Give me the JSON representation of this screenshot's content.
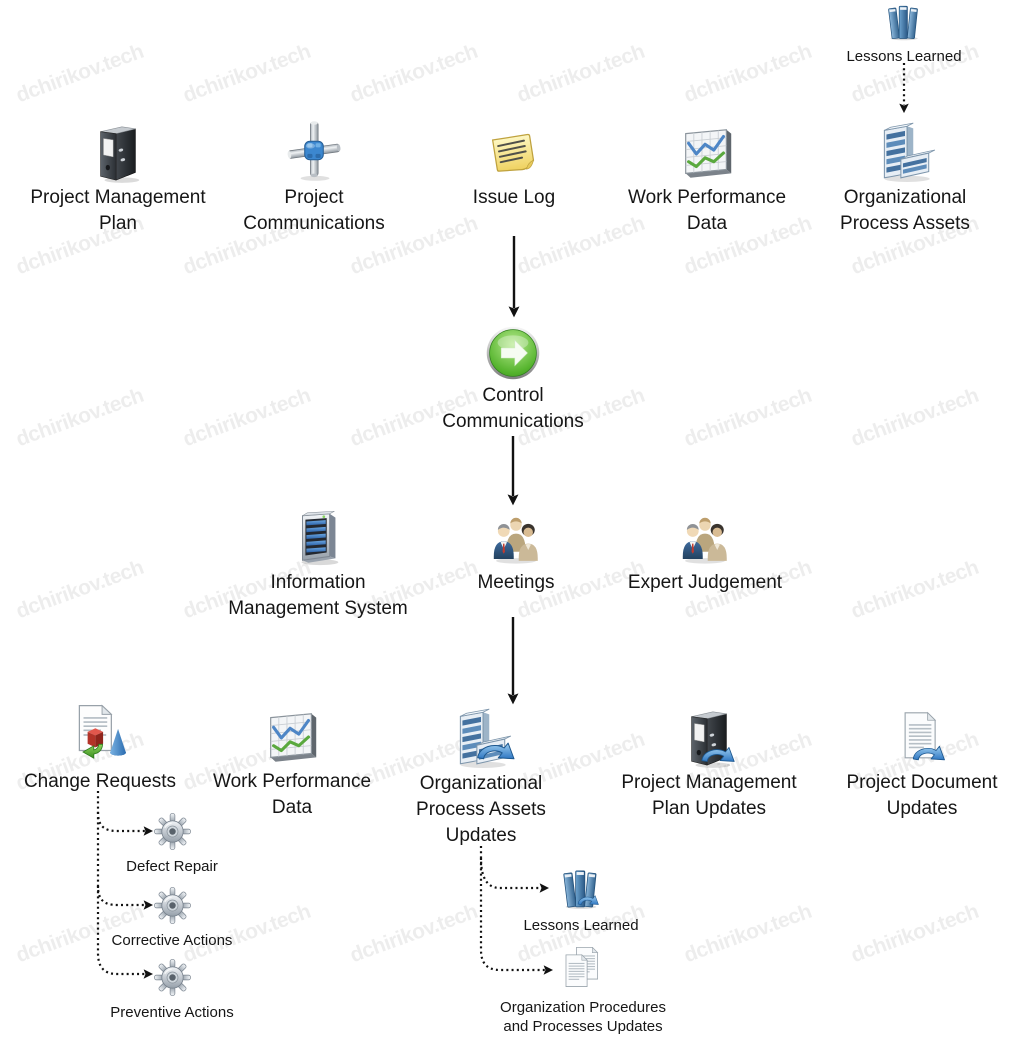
{
  "watermark": {
    "text": "dchirikov.tech"
  },
  "process_name": "Control Communications",
  "colors": {
    "arrow": "#111111",
    "accent_green": "#54b32c",
    "accent_blue": "#2f77c2",
    "label_text": "#161616"
  },
  "nodes": {
    "lessons_learned_top": {
      "label": "Lessons Learned",
      "lines": [
        "Lessons Learned"
      ],
      "icon": "books-icon"
    },
    "project_management_plan": {
      "label": "Project Management Plan",
      "lines": [
        "Project Management",
        "Plan"
      ],
      "icon": "binder-icon"
    },
    "project_communications": {
      "label": "Project Communications",
      "lines": [
        "Project",
        "Communications"
      ],
      "icon": "hub-icon"
    },
    "issue_log": {
      "label": "Issue Log",
      "lines": [
        "Issue Log"
      ],
      "icon": "note-icon"
    },
    "work_performance_data_in": {
      "label": "Work Performance Data",
      "lines": [
        "Work Performance",
        "Data"
      ],
      "icon": "chart-icon"
    },
    "organizational_process_assets": {
      "label": "Organizational Process Assets",
      "lines": [
        "Organizational",
        "Process Assets"
      ],
      "icon": "building-icon"
    },
    "control_communications": {
      "label": "Control Communications",
      "lines": [
        "Control",
        "Communications"
      ],
      "icon": "green-arrow-button-icon"
    },
    "information_management_system": {
      "label": "Information Management System",
      "lines": [
        "Information",
        "Management System"
      ],
      "icon": "server-icon"
    },
    "meetings": {
      "label": "Meetings",
      "lines": [
        "Meetings"
      ],
      "icon": "people-group-icon"
    },
    "expert_judgement": {
      "label": "Expert Judgement",
      "lines": [
        "Expert Judgement"
      ],
      "icon": "people-group-icon"
    },
    "change_requests": {
      "label": "Change Requests",
      "lines": [
        "Change Requests"
      ],
      "icon": "change-request-icon"
    },
    "work_performance_data_out": {
      "label": "Work Performance Data",
      "lines": [
        "Work Performance",
        "Data"
      ],
      "icon": "chart-icon"
    },
    "organizational_process_assets_updates": {
      "label": "Organizational Process Assets Updates",
      "lines": [
        "Organizational",
        "Process Assets",
        "Updates"
      ],
      "icon": "building-update-icon"
    },
    "project_management_plan_updates": {
      "label": "Project Management Plan Updates",
      "lines": [
        "Project Management",
        "Plan Updates"
      ],
      "icon": "binder-update-icon"
    },
    "project_document_updates": {
      "label": "Project Document Updates",
      "lines": [
        "Project Document",
        "Updates"
      ],
      "icon": "document-update-icon"
    },
    "defect_repair": {
      "label": "Defect Repair",
      "lines": [
        "Defect Repair"
      ],
      "icon": "gear-icon"
    },
    "corrective_actions": {
      "label": "Corrective Actions",
      "lines": [
        "Corrective Actions"
      ],
      "icon": "gear-icon"
    },
    "preventive_actions": {
      "label": "Preventive Actions",
      "lines": [
        "Preventive Actions"
      ],
      "icon": "gear-icon"
    },
    "lessons_learned_bottom": {
      "label": "Lessons Learned",
      "lines": [
        "Lessons Learned"
      ],
      "icon": "books-update-icon"
    },
    "organization_procedures_updates": {
      "label": "Organization Procedures and Processes Updates",
      "lines": [
        "Organization Procedures",
        "and Processes Updates"
      ],
      "icon": "documents-icon"
    }
  },
  "edges": [
    {
      "from": "lessons_learned_top",
      "to": "organizational_process_assets",
      "style": "dotted"
    },
    {
      "from": "issue_log",
      "to": "control_communications",
      "style": "solid"
    },
    {
      "from": "control_communications",
      "to": "meetings",
      "style": "solid"
    },
    {
      "from": "meetings",
      "to": "organizational_process_assets_updates",
      "style": "solid"
    },
    {
      "from": "change_requests",
      "to": "defect_repair",
      "style": "dotted"
    },
    {
      "from": "change_requests",
      "to": "corrective_actions",
      "style": "dotted"
    },
    {
      "from": "change_requests",
      "to": "preventive_actions",
      "style": "dotted"
    },
    {
      "from": "organizational_process_assets_updates",
      "to": "lessons_learned_bottom",
      "style": "dotted"
    },
    {
      "from": "organizational_process_assets_updates",
      "to": "organization_procedures_updates",
      "style": "dotted"
    }
  ]
}
